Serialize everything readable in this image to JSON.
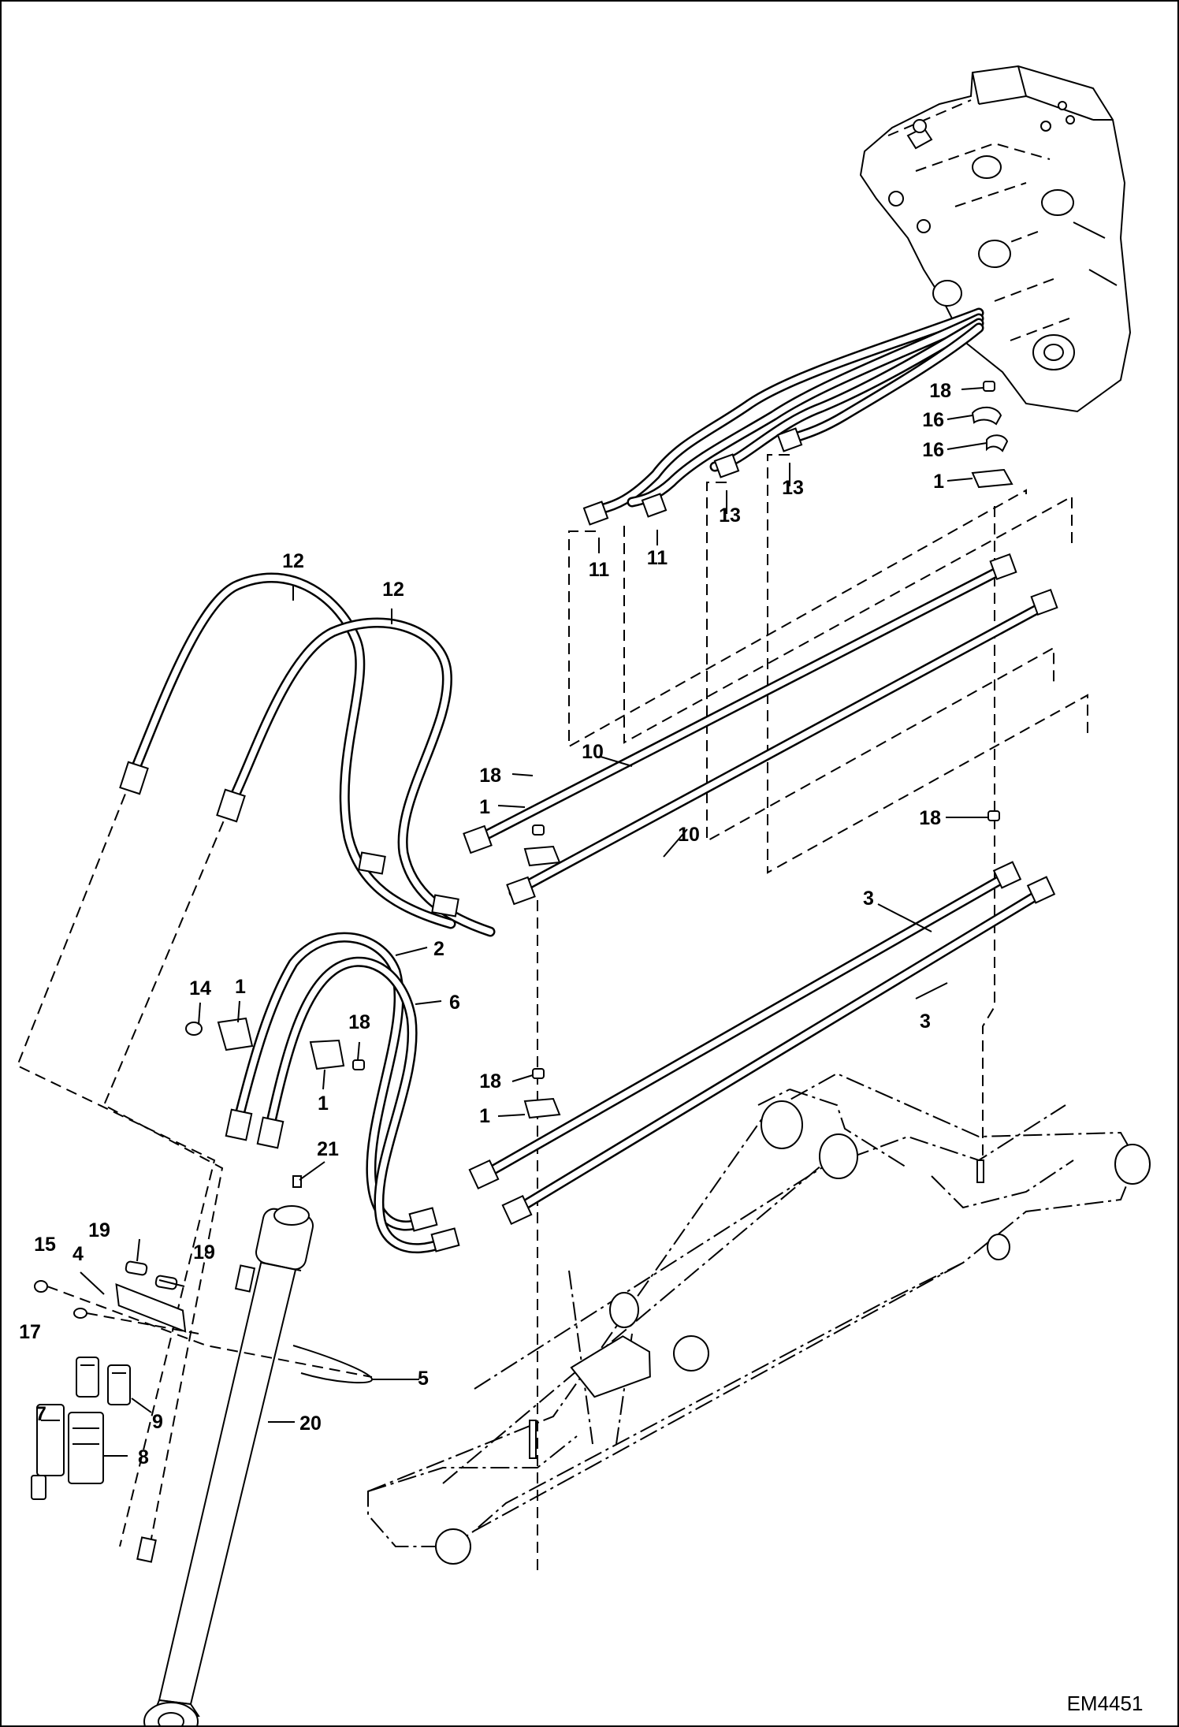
{
  "figure_code": "EM4451",
  "callouts": [
    {
      "id": "c-18a",
      "label": "18"
    },
    {
      "id": "c-16a",
      "label": "16"
    },
    {
      "id": "c-16b",
      "label": "16"
    },
    {
      "id": "c-1a",
      "label": "1"
    },
    {
      "id": "c-13a",
      "label": "13"
    },
    {
      "id": "c-13b",
      "label": "13"
    },
    {
      "id": "c-11a",
      "label": "11"
    },
    {
      "id": "c-11b",
      "label": "11"
    },
    {
      "id": "c-12a",
      "label": "12"
    },
    {
      "id": "c-12b",
      "label": "12"
    },
    {
      "id": "c-10a",
      "label": "10"
    },
    {
      "id": "c-10b",
      "label": "10"
    },
    {
      "id": "c-18b",
      "label": "18"
    },
    {
      "id": "c-1b",
      "label": "1"
    },
    {
      "id": "c-18c",
      "label": "18"
    },
    {
      "id": "c-3a",
      "label": "3"
    },
    {
      "id": "c-3b",
      "label": "3"
    },
    {
      "id": "c-2",
      "label": "2"
    },
    {
      "id": "c-6",
      "label": "6"
    },
    {
      "id": "c-14",
      "label": "14"
    },
    {
      "id": "c-1c",
      "label": "1"
    },
    {
      "id": "c-18d",
      "label": "18"
    },
    {
      "id": "c-1d",
      "label": "1"
    },
    {
      "id": "c-18e",
      "label": "18"
    },
    {
      "id": "c-1e",
      "label": "1"
    },
    {
      "id": "c-21",
      "label": "21"
    },
    {
      "id": "c-15",
      "label": "15"
    },
    {
      "id": "c-19a",
      "label": "19"
    },
    {
      "id": "c-19b",
      "label": "19"
    },
    {
      "id": "c-4",
      "label": "4"
    },
    {
      "id": "c-17",
      "label": "17"
    },
    {
      "id": "c-5",
      "label": "5"
    },
    {
      "id": "c-9",
      "label": "9"
    },
    {
      "id": "c-20",
      "label": "20"
    },
    {
      "id": "c-7",
      "label": "7"
    },
    {
      "id": "c-8",
      "label": "8"
    }
  ]
}
